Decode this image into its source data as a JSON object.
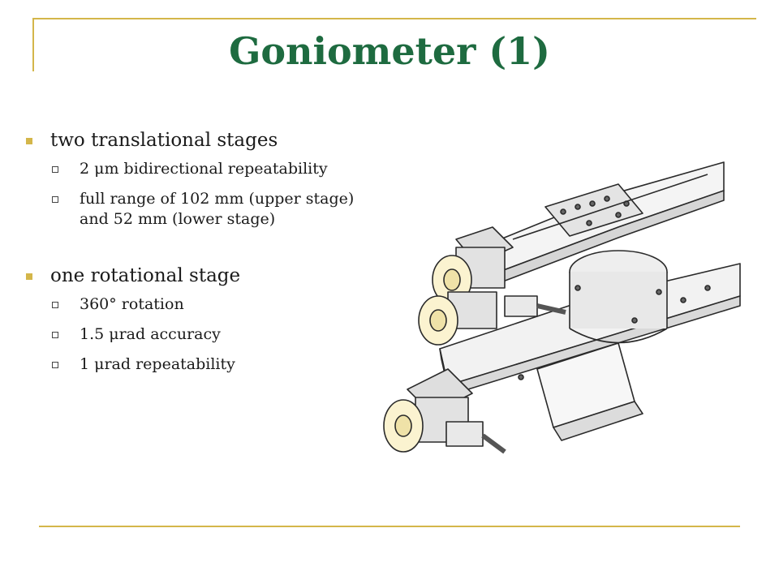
{
  "slide": {
    "title": "Goniometer (1)",
    "sections": [
      {
        "heading": "two translational stages",
        "items": [
          "2 μm bidirectional repeatability",
          "full range of 102 mm (upper stage) and 52 mm (lower stage)"
        ]
      },
      {
        "heading": "one rotational stage",
        "items": [
          "360° rotation",
          "1.5 μrad accuracy",
          "1 μrad repeatability"
        ]
      }
    ]
  },
  "colors": {
    "title": "#1e6b40",
    "accent": "#d4b64a",
    "text": "#1a1a1a"
  }
}
